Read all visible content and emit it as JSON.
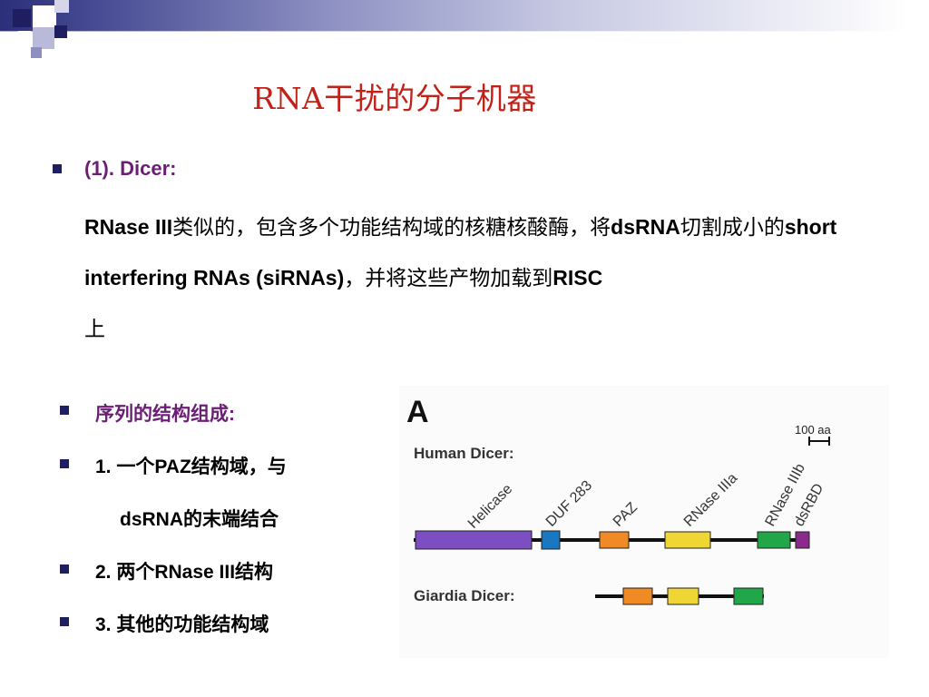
{
  "slide": {
    "title": "RNA干扰的分子机器",
    "dicer_heading": "(1). Dicer:",
    "paragraph": {
      "part1": "RNase III",
      "part2": "类似的，包含多个功能结构域的核糖核酸酶，将",
      "part3": "dsRNA",
      "part4": "切割成小的",
      "part5": "short interfering RNAs (siRNAs)",
      "part6": "，并将这些产物加载到",
      "part7": "RISC",
      "part8": "上"
    },
    "bullets": [
      {
        "label": "序列的结构组成:"
      },
      {
        "label": "1. 一个PAZ结构域，与"
      },
      {
        "label": "dsRNA的末端结合"
      },
      {
        "label": "2. 两个RNase III结构"
      },
      {
        "label": "3. 其他的功能结构域"
      }
    ]
  },
  "figure": {
    "panel_label": "A",
    "scale_label": "100 aa",
    "human_label": "Human Dicer:",
    "giardia_label": "Giardia Dicer:",
    "domains": {
      "helicase": "Helicase",
      "duf": "DUF 283",
      "paz": "PAZ",
      "rnase_a": "RNase IIIa",
      "rnase_b": "RNase IIIb",
      "dsrbd": "dsRBD"
    },
    "colors": {
      "helicase": "#7b4fc1",
      "duf": "#1a78c2",
      "paz": "#f08a24",
      "rnase_iii": "#f0d635",
      "rnase_iiib": "#22a64a",
      "dsrbd": "#8a2a8a",
      "title": "#c0221a",
      "heading": "#6a1f74",
      "bullet": "#1e1e60"
    }
  }
}
